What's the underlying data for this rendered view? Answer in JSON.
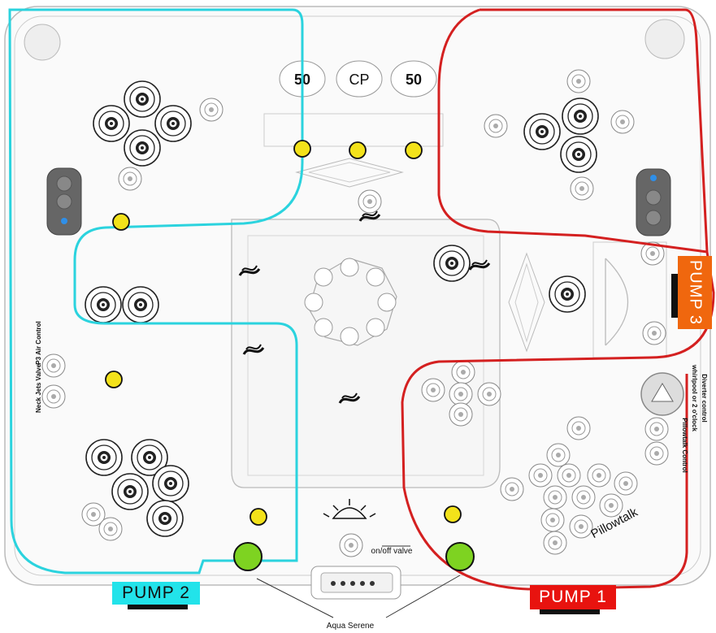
{
  "diagram": {
    "top_buttons": {
      "left": "50",
      "center": "CP",
      "right": "50"
    },
    "pumps": {
      "pump1": {
        "label": "PUMP  1",
        "color": "#e8130f",
        "zone_color": "#d42020"
      },
      "pump2": {
        "label": "PUMP  2",
        "color": "#22e3ea",
        "zone_color": "#2bd3de"
      },
      "pump3": {
        "label": "PUMP 3",
        "color": "#f0670e"
      }
    },
    "labels": {
      "aqua_serene": "Aqua Serene",
      "onoff_valve": "on/off valve",
      "pillowtalk": "Pillowtalk",
      "neck_jets": "Neck Jets Valve",
      "p3_air": "P3 Air Control",
      "diverter_control": "Diverter control",
      "whirlpool_note": "whirlpool or 2 o'clock",
      "pillowtalk_control": "Pillowtalk Control"
    },
    "marker_colors": {
      "yellow": "#f3e21a",
      "green": "#7ed321",
      "blue_dot": "#2f8fe8"
    }
  }
}
